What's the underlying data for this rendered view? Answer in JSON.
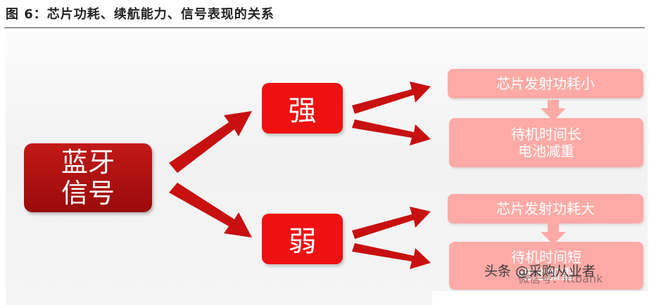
{
  "title": "图 6：芯片功耗、续航能力、信号表现的关系",
  "root": {
    "line1": "蓝牙",
    "line2": "信号"
  },
  "strong": {
    "label": "强",
    "leaf1": "芯片发射功耗小",
    "leaf2_line1": "待机时间长",
    "leaf2_line2": "电池减重"
  },
  "weak": {
    "label": "弱",
    "leaf1": "芯片发射功耗大",
    "leaf2_line1": "待机时间短",
    "leaf2_line2": "电池加重"
  },
  "watermark": {
    "faint": "微信号：ittbank",
    "main": "头条 @采购从业者"
  },
  "colors": {
    "root": "#b01212",
    "mid": "#ee1111",
    "leaf": "#ffaaa6",
    "arrow": "#c81010"
  }
}
